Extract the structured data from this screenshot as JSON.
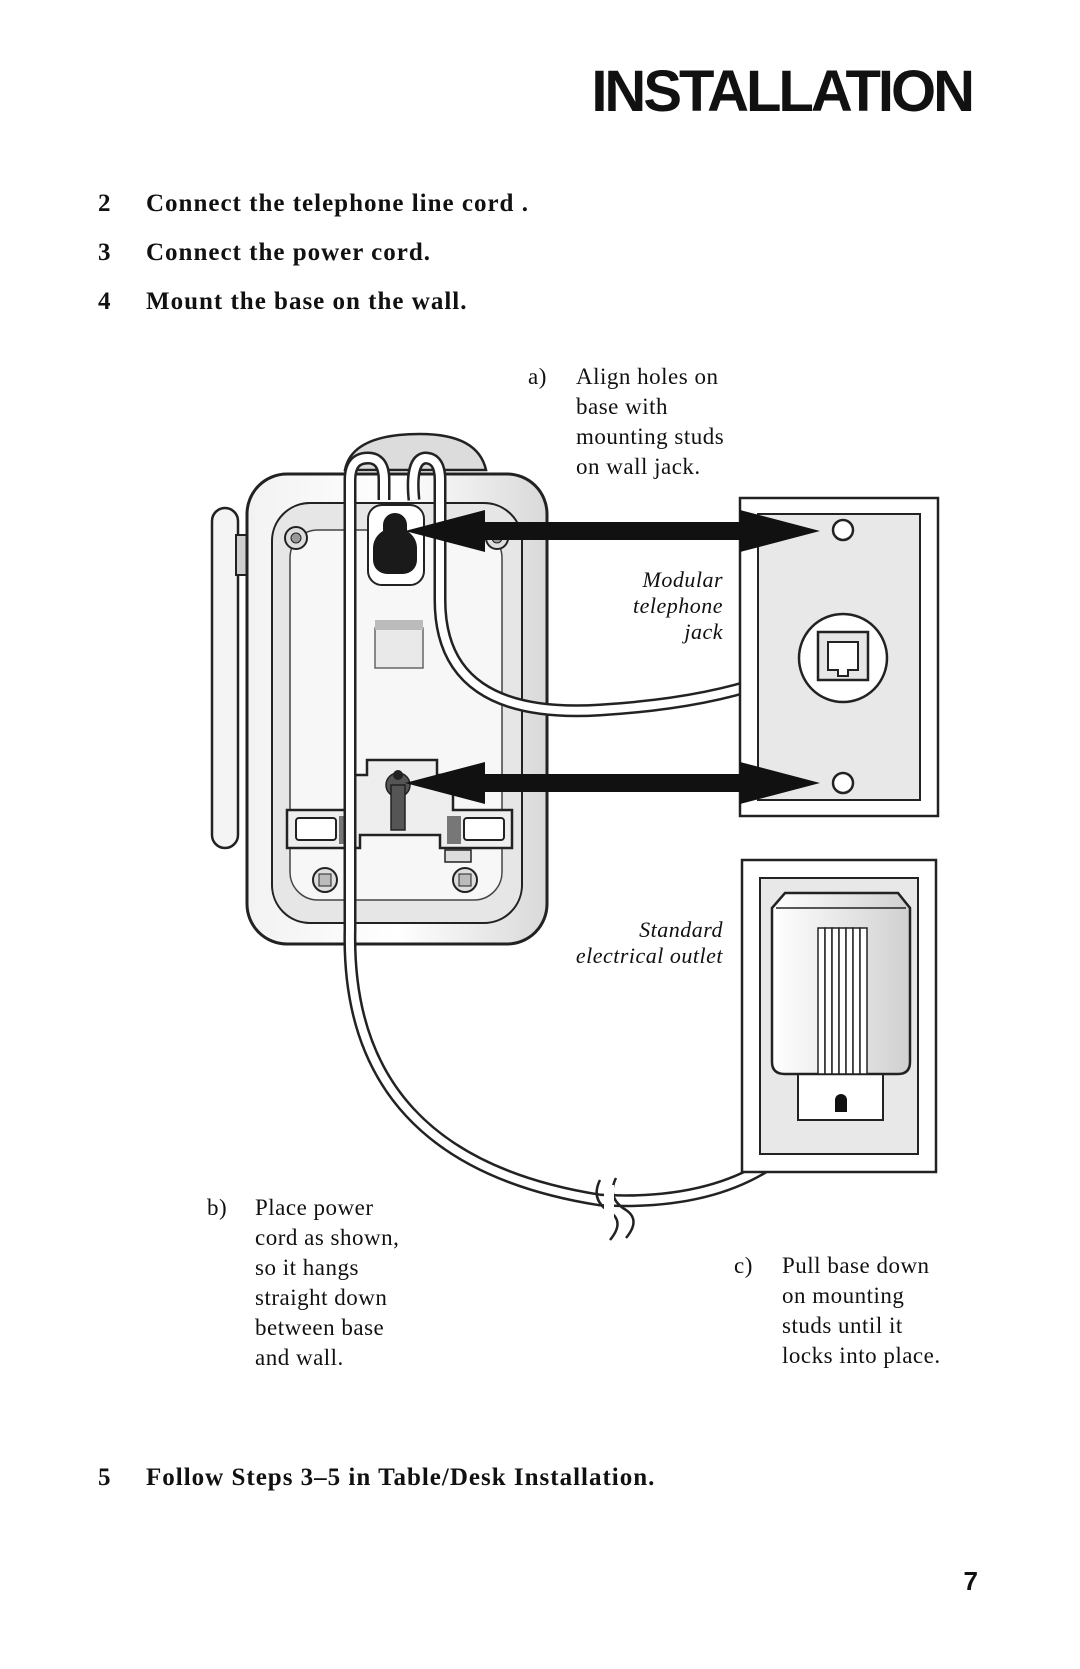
{
  "header": {
    "title": "INSTALLATION"
  },
  "steps": [
    {
      "num": "2",
      "text": "Connect the telephone line cord ."
    },
    {
      "num": "3",
      "text": "Connect the power cord."
    },
    {
      "num": "4",
      "text": "Mount the base on the wall."
    },
    {
      "num": "5",
      "text": "Follow Steps 3–5 in Table/Desk Installation."
    }
  ],
  "notes": {
    "a": {
      "label": "a)",
      "text": "Align holes on\nbase with\nmounting studs\non wall jack."
    },
    "b": {
      "label": "b)",
      "text": "Place power\ncord as shown,\nso it hangs\nstraight down\nbetween base\nand wall."
    },
    "c": {
      "label": "c)",
      "text": "Pull base down\non mounting\nstuds until it\nlocks into place."
    }
  },
  "captions": {
    "jack": "Modular\ntelephone\njack",
    "outlet": "Standard\nelectrical outlet"
  },
  "footer": {
    "page_number": "7"
  }
}
